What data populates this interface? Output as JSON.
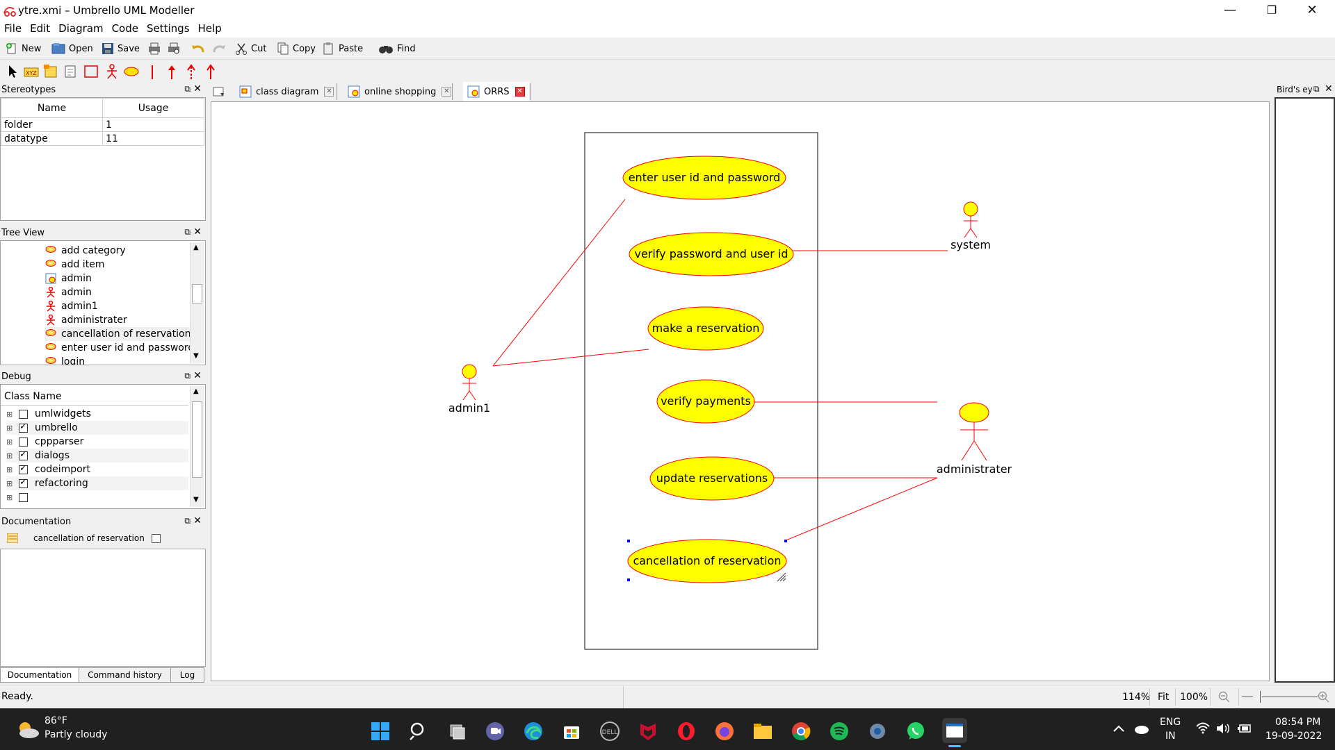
{
  "window": {
    "title": "ytre.xmi – Umbrello UML Modeller",
    "minimize": "—",
    "restore": "❐",
    "close": "✕"
  },
  "menu": [
    "File",
    "Edit",
    "Diagram",
    "Code",
    "Settings",
    "Help"
  ],
  "toolbar": {
    "new": "New",
    "open": "Open",
    "save": "Save",
    "cut": "Cut",
    "copy": "Copy",
    "paste": "Paste",
    "find": "Find"
  },
  "stereotypes": {
    "title": "Stereotypes",
    "columns": [
      "Name",
      "Usage"
    ],
    "rows": [
      {
        "name": "folder",
        "usage": "1"
      },
      {
        "name": "datatype",
        "usage": "11"
      }
    ]
  },
  "tree_view": {
    "title": "Tree View",
    "items": [
      {
        "label": "add category",
        "icon": "usecase-icon"
      },
      {
        "label": "add item",
        "icon": "usecase-icon"
      },
      {
        "label": "admin",
        "icon": "diagram-icon"
      },
      {
        "label": "admin",
        "icon": "actor-icon"
      },
      {
        "label": "admin1",
        "icon": "actor-icon"
      },
      {
        "label": "administrater",
        "icon": "actor-icon"
      },
      {
        "label": "cancellation of reservation",
        "icon": "usecase-icon"
      },
      {
        "label": "enter user id and password",
        "icon": "usecase-icon"
      },
      {
        "label": "login",
        "icon": "usecase-icon"
      }
    ]
  },
  "debug": {
    "title": "Debug",
    "column": "Class Name",
    "rows": [
      {
        "label": "umlwidgets",
        "checked": false
      },
      {
        "label": "umbrello",
        "checked": true
      },
      {
        "label": "cppparser",
        "checked": false
      },
      {
        "label": "dialogs",
        "checked": true
      },
      {
        "label": "codeimport",
        "checked": true
      },
      {
        "label": "refactoring",
        "checked": true
      },
      {
        "label": "",
        "checked": false
      }
    ]
  },
  "documentation": {
    "title": "Documentation",
    "object_name": "cancellation of reservation",
    "tabs": [
      "Documentation",
      "Command history",
      "Log"
    ]
  },
  "tabs": [
    {
      "label": "class diagram"
    },
    {
      "label": "online shopping"
    },
    {
      "label": "ORRS"
    }
  ],
  "birds_eye": {
    "title": "Bird's eye"
  },
  "diagram": {
    "usecases": [
      "enter user id and password",
      "verify password and user id",
      "make a reservation",
      "verify payments",
      "update reservations",
      "cancellation of reservation"
    ],
    "actors": [
      "admin1",
      "system",
      "administrater"
    ],
    "colors": {
      "fill": "#ffff00",
      "line": "#ff0000",
      "border": "#000000"
    }
  },
  "status": {
    "text": "Ready.",
    "zoom": "114%",
    "fit": "Fit",
    "hundred": "100%"
  },
  "taskbar": {
    "temp": "86°F",
    "weather": "Partly cloudy",
    "lang1": "ENG",
    "lang2": "IN",
    "time": "08:54 PM",
    "date": "19-09-2022"
  }
}
